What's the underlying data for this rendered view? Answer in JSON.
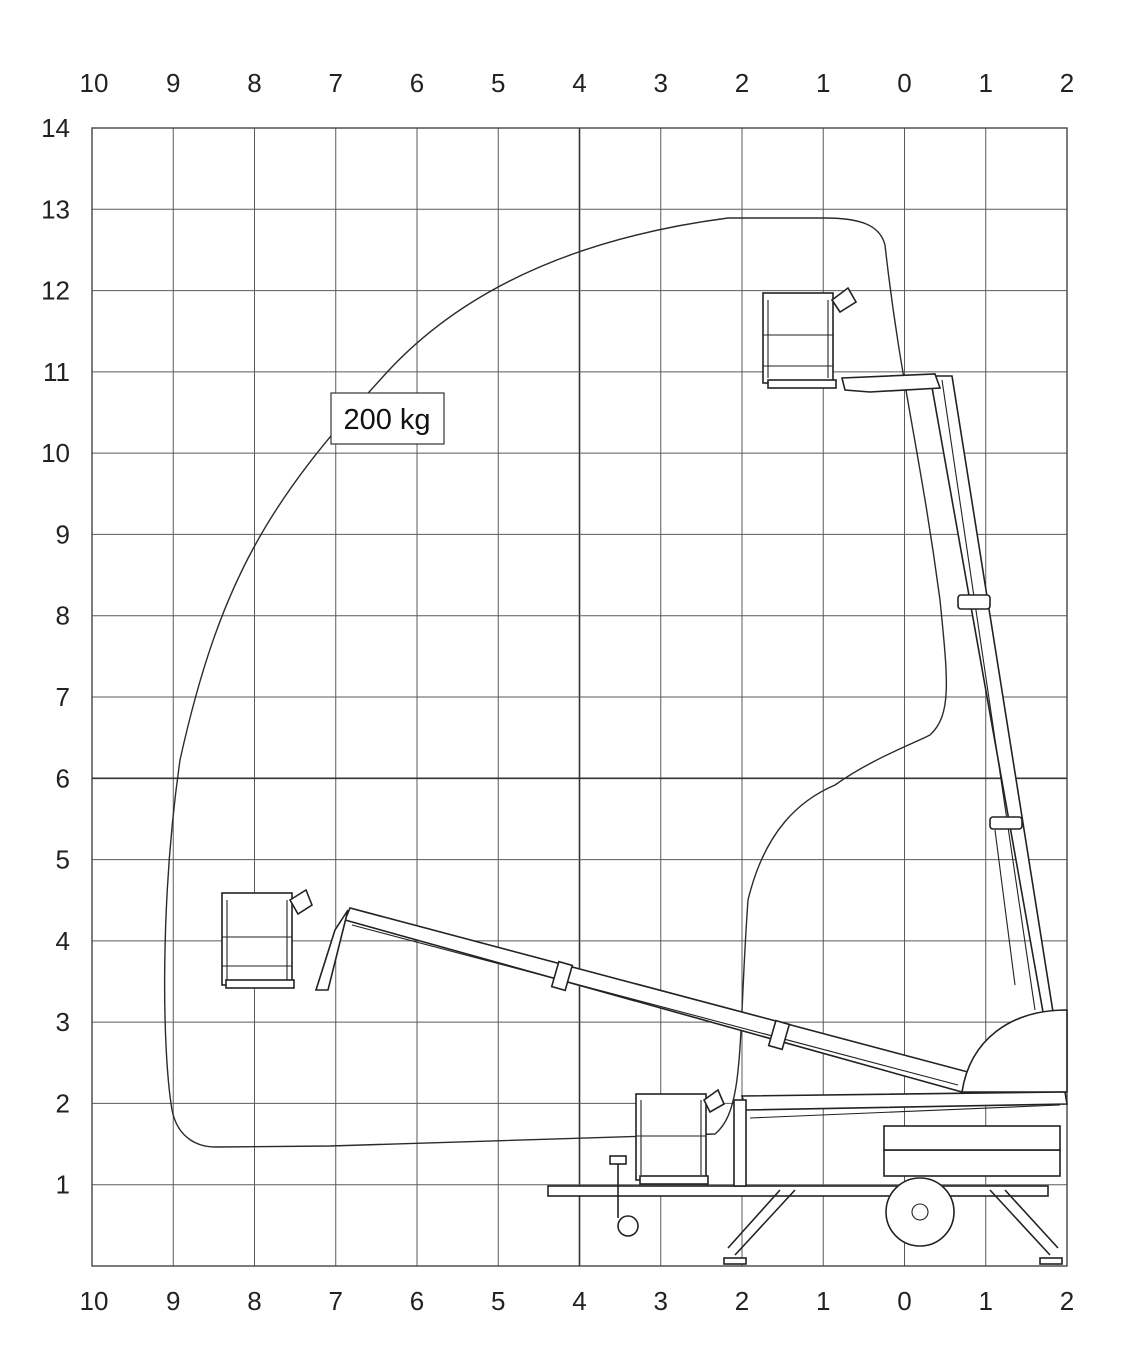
{
  "diagram": {
    "x_axis": {
      "min": -10,
      "max": 2,
      "tick_labels": [
        "10",
        "9",
        "8",
        "7",
        "6",
        "5",
        "4",
        "3",
        "2",
        "1",
        "0",
        "1",
        "2"
      ]
    },
    "y_axis": {
      "min": 0,
      "max": 14,
      "tick_labels": [
        "1",
        "2",
        "3",
        "4",
        "5",
        "6",
        "7",
        "8",
        "9",
        "10",
        "11",
        "12",
        "13",
        "14"
      ]
    },
    "grid": true,
    "emphasized_lines": {
      "x": [
        -4
      ],
      "y": [
        6
      ]
    },
    "capacity_label": "200 kg"
  },
  "colors": {
    "line": "#222222",
    "grid": "#5a5a5a",
    "background": "#ffffff"
  }
}
